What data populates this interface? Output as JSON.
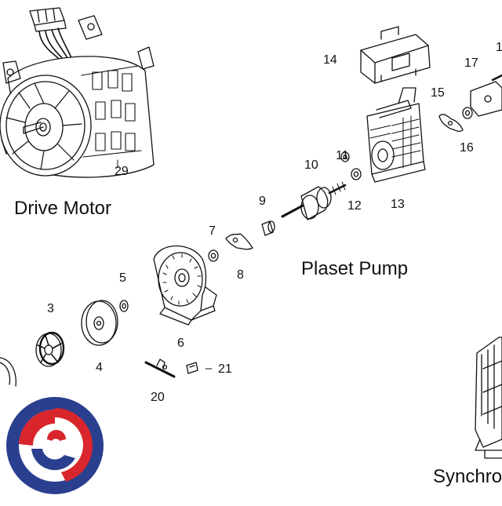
{
  "captions": {
    "drive_motor": "Drive Motor",
    "plaset_pump": "Plaset Pump",
    "synchro": "Synchro"
  },
  "part_numbers": {
    "p1": "1",
    "p3": "3",
    "p4": "4",
    "p5": "5",
    "p6": "6",
    "p7": "7",
    "p8": "8",
    "p9": "9",
    "p10": "10",
    "p11": "11",
    "p12": "12",
    "p13": "13",
    "p14": "14",
    "p15": "15",
    "p16": "16",
    "p17": "17",
    "p20": "20",
    "p21": "21",
    "p29": "29"
  },
  "logo": {
    "colors": {
      "blue": "#2b3f8f",
      "red": "#d8262c"
    }
  }
}
